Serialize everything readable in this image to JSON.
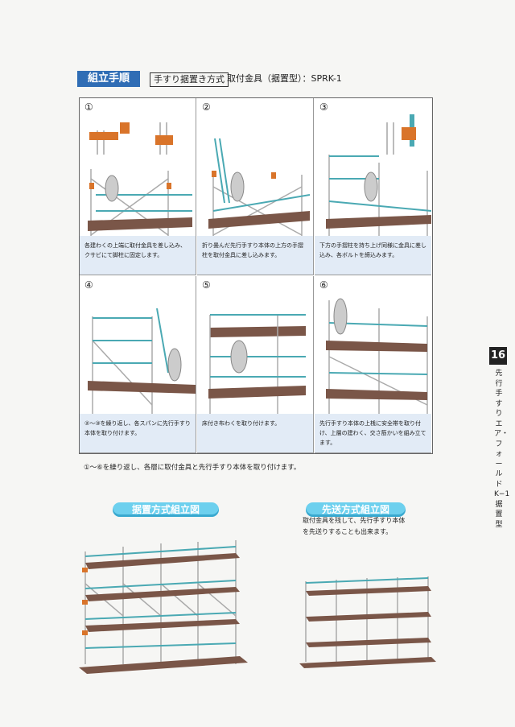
{
  "header": {
    "tag": "組立手順",
    "method": "手すり据置き方式",
    "title": "取付金具（据置型）：SPRK-1"
  },
  "steps": [
    {
      "num": "①",
      "caption": "各建わくの上端に取付金具を差し込み、クサビにて脚柱に固定します。"
    },
    {
      "num": "②",
      "caption": "折り畳んだ先行手すり本体の上方の手摺柱を取付金具に差し込みます。"
    },
    {
      "num": "③",
      "caption": "下方の手摺柱を持ち上げ同様に金具に差し込み、各ボルトを締込みます。"
    },
    {
      "num": "④",
      "caption": "②〜③を繰り返し、各スパンに先行手すり本体を取り付けます。"
    },
    {
      "num": "⑤",
      "caption": "床付き布わくを取り付けます。"
    },
    {
      "num": "⑥",
      "caption": "先行手すり本体の上桟に安全帯を取り付け、上層の建わく、交さ筋かいを組み立てます。"
    }
  ],
  "note": "①〜⑥を繰り返し、各層に取付金具と先行手すり本体を取り付けます。",
  "diagrams": {
    "left_label": "据置方式組立図",
    "right_label": "先送方式組立図",
    "right_desc_1": "取付金具を残して、先行手すり本体",
    "right_desc_2": "を先送りすることも出来ます。"
  },
  "side": {
    "chapter": "16",
    "text": "先行手すり　エア・フォールド　K−1　据置型"
  },
  "colors": {
    "accent_blue": "#2f6db5",
    "pill_cyan": "#6dd0ee",
    "rail_teal": "#4aa9b3",
    "clamp_orange": "#d9742a",
    "deck_brown": "#7a5648"
  }
}
